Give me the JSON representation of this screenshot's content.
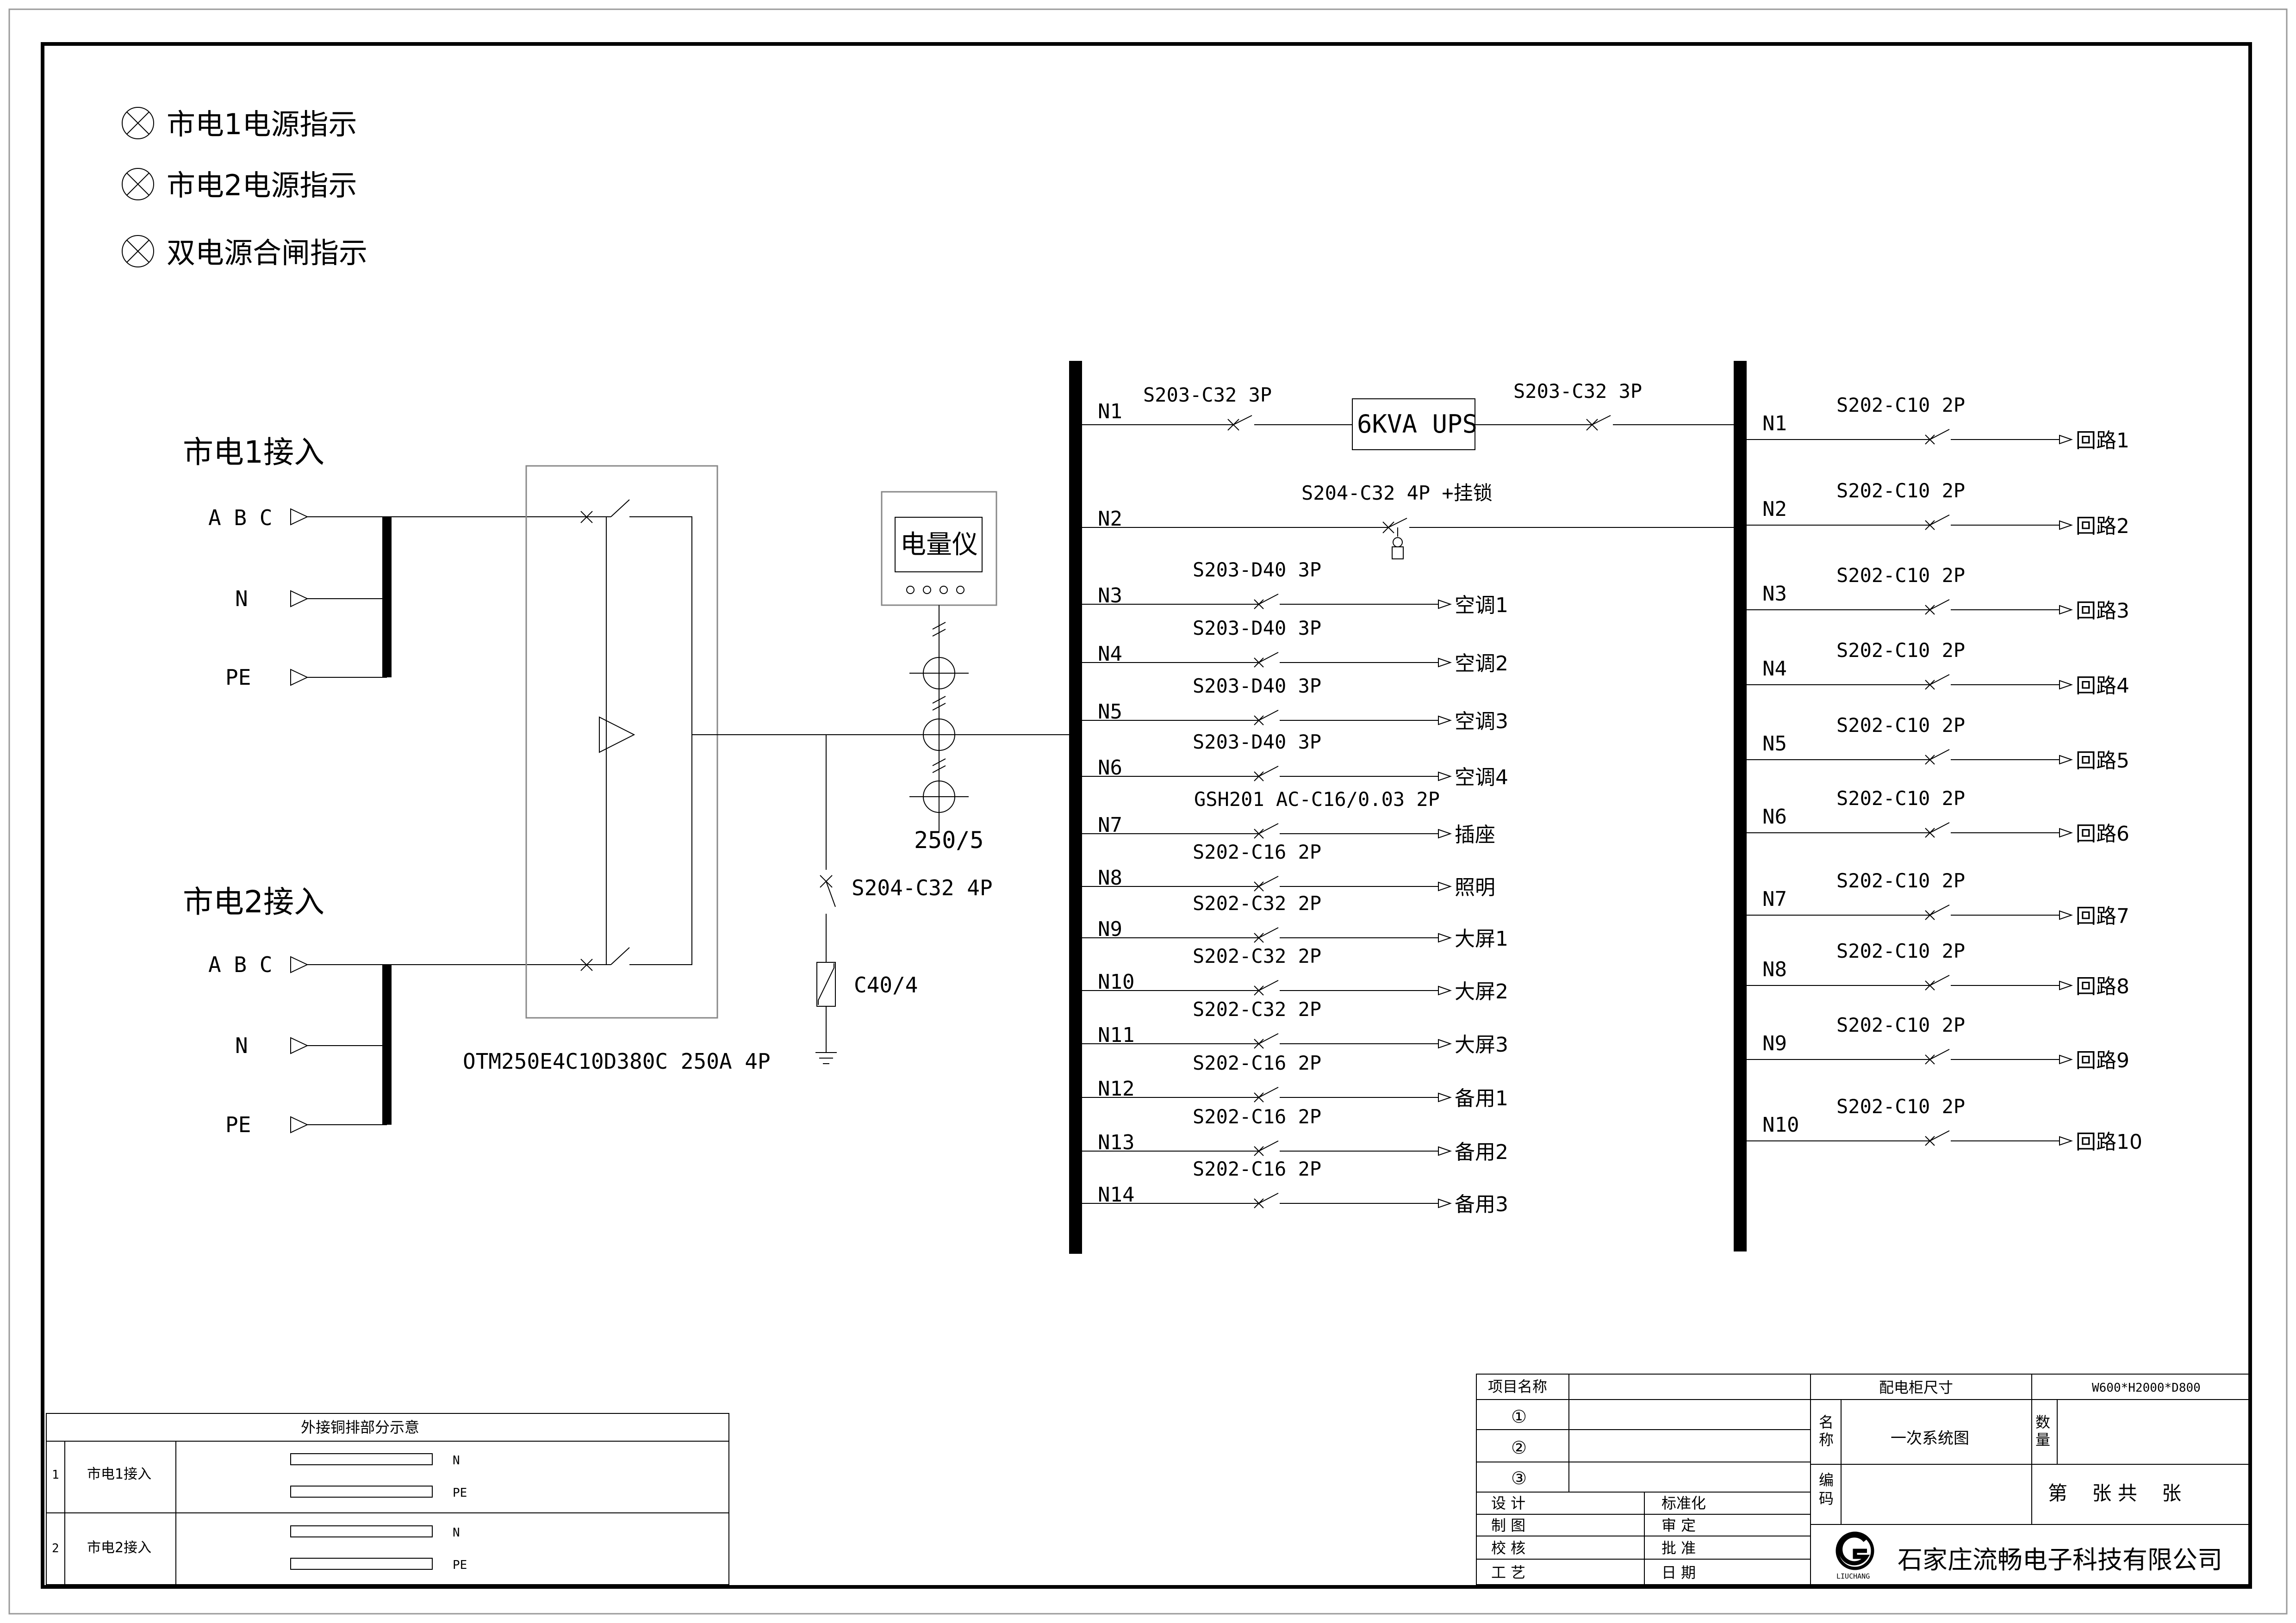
{
  "indicators": [
    "市电1电源指示",
    "市电2电源指示",
    "双电源合闸指示"
  ],
  "incoming": [
    {
      "title": "市电1接入",
      "phase_label": "A B C",
      "n_label": "N",
      "pe_label": "PE"
    },
    {
      "title": "市电2接入",
      "phase_label": "A B C",
      "n_label": "N",
      "pe_label": "PE"
    }
  ],
  "ats_label": "OTM250E4C10D380C 250A 4P",
  "meter": {
    "label": "电量仪",
    "ct_ratio": "250/5"
  },
  "spd": {
    "breaker": "S204-C32 4P",
    "arrester": "C40/4"
  },
  "ups_label": "6KVA UPS",
  "left_bus_circuits": [
    {
      "n": "N1",
      "breaker": "S203-C32 3P",
      "load": ""
    },
    {
      "n": "N2",
      "breaker": "S204-C32 4P +挂锁",
      "load": ""
    },
    {
      "n": "N3",
      "breaker": "S203-D40 3P",
      "load": "空调1"
    },
    {
      "n": "N4",
      "breaker": "S203-D40 3P",
      "load": "空调2"
    },
    {
      "n": "N5",
      "breaker": "S203-D40 3P",
      "load": "空调3"
    },
    {
      "n": "N6",
      "breaker": "S203-D40 3P",
      "load": "空调4"
    },
    {
      "n": "N7",
      "breaker": "GSH201 AC-C16/0.03 2P",
      "load": "插座"
    },
    {
      "n": "N8",
      "breaker": "S202-C16 2P",
      "load": "照明"
    },
    {
      "n": "N9",
      "breaker": "S202-C32 2P",
      "load": "大屏1"
    },
    {
      "n": "N10",
      "breaker": "S202-C32 2P",
      "load": "大屏2"
    },
    {
      "n": "N11",
      "breaker": "S202-C32 2P",
      "load": "大屏3"
    },
    {
      "n": "N12",
      "breaker": "S202-C16 2P",
      "load": "备用1"
    },
    {
      "n": "N13",
      "breaker": "S202-C16 2P",
      "load": "备用2"
    },
    {
      "n": "N14",
      "breaker": "S202-C16 2P",
      "load": "备用3"
    }
  ],
  "ups_out_breaker": "S203-C32 3P",
  "right_bus_circuits": [
    {
      "n": "N1",
      "breaker": "S202-C10 2P",
      "load": "回路1"
    },
    {
      "n": "N2",
      "breaker": "S202-C10 2P",
      "load": "回路2"
    },
    {
      "n": "N3",
      "breaker": "S202-C10 2P",
      "load": "回路3"
    },
    {
      "n": "N4",
      "breaker": "S202-C10 2P",
      "load": "回路4"
    },
    {
      "n": "N5",
      "breaker": "S202-C10 2P",
      "load": "回路5"
    },
    {
      "n": "N6",
      "breaker": "S202-C10 2P",
      "load": "回路6"
    },
    {
      "n": "N7",
      "breaker": "S202-C10 2P",
      "load": "回路7"
    },
    {
      "n": "N8",
      "breaker": "S202-C10 2P",
      "load": "回路8"
    },
    {
      "n": "N9",
      "breaker": "S202-C10 2P",
      "load": "回路9"
    },
    {
      "n": "N10",
      "breaker": "S202-C10 2P",
      "load": "回路10"
    }
  ],
  "copper_table": {
    "title": "外接铜排部分示意",
    "rows": [
      {
        "idx": "1",
        "name": "市电1接入",
        "bars": [
          "N",
          "PE"
        ]
      },
      {
        "idx": "2",
        "name": "市电2接入",
        "bars": [
          "N",
          "PE"
        ]
      }
    ]
  },
  "title_block": {
    "project_label": "项目名称",
    "cabinet_label": "配电柜尺寸",
    "cabinet_size": "W600*H2000*D800",
    "rev": [
      "①",
      "②",
      "③"
    ],
    "name_label": "名称",
    "name_value": "一次系统图",
    "qty_label": "数量",
    "code_label": "编码",
    "sheet_text": "第    张 共    张",
    "sign_left": [
      "设 计",
      "制 图",
      "校 核",
      "工 艺"
    ],
    "sign_right": [
      "标准化",
      "审 定",
      "批 准",
      "日 期"
    ],
    "company": "石家庄流畅电子科技有限公司",
    "logo_text": "LIUCHANG"
  }
}
